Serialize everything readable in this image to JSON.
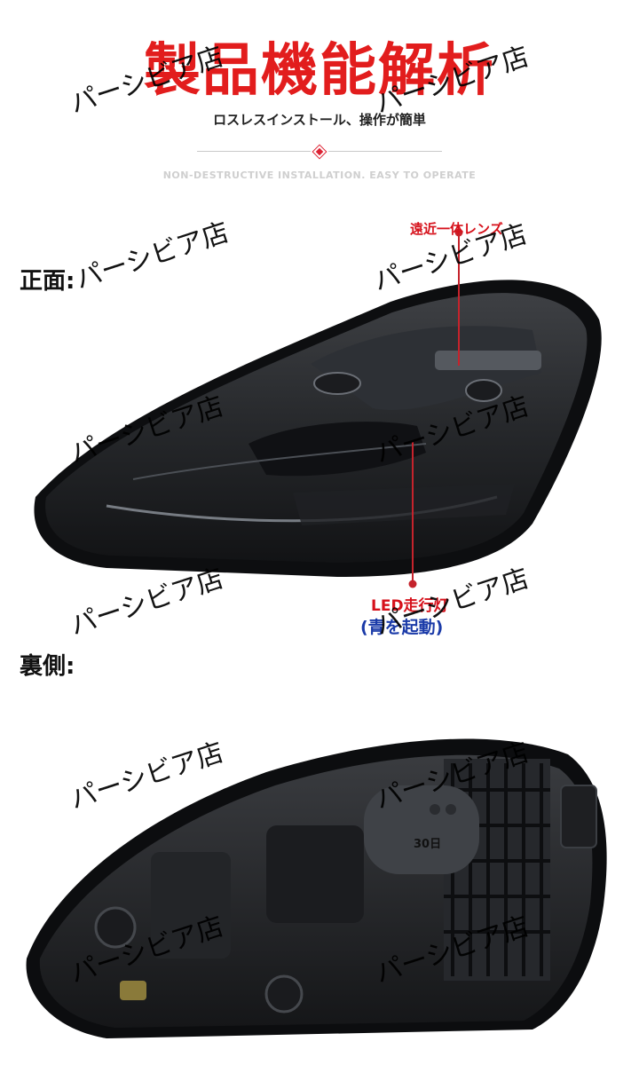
{
  "header": {
    "title": "製品機能解析",
    "subtitle": "ロスレスインストール、操作が簡単",
    "english_subtitle": "NON-DESTRUCTIVE INSTALLATION. EASY TO OPERATE"
  },
  "sections": {
    "front_label": "正面:",
    "back_label": "裏側:"
  },
  "callouts": {
    "lens": "遠近一体レンズ",
    "drl": "LED走行灯",
    "drl_note": "(青を起動)"
  },
  "back_sticker": {
    "text": "30日"
  },
  "watermark": "パーシビア店",
  "colors": {
    "accent_red": "#e21d1d",
    "callout_blue": "#1a3aa8"
  }
}
